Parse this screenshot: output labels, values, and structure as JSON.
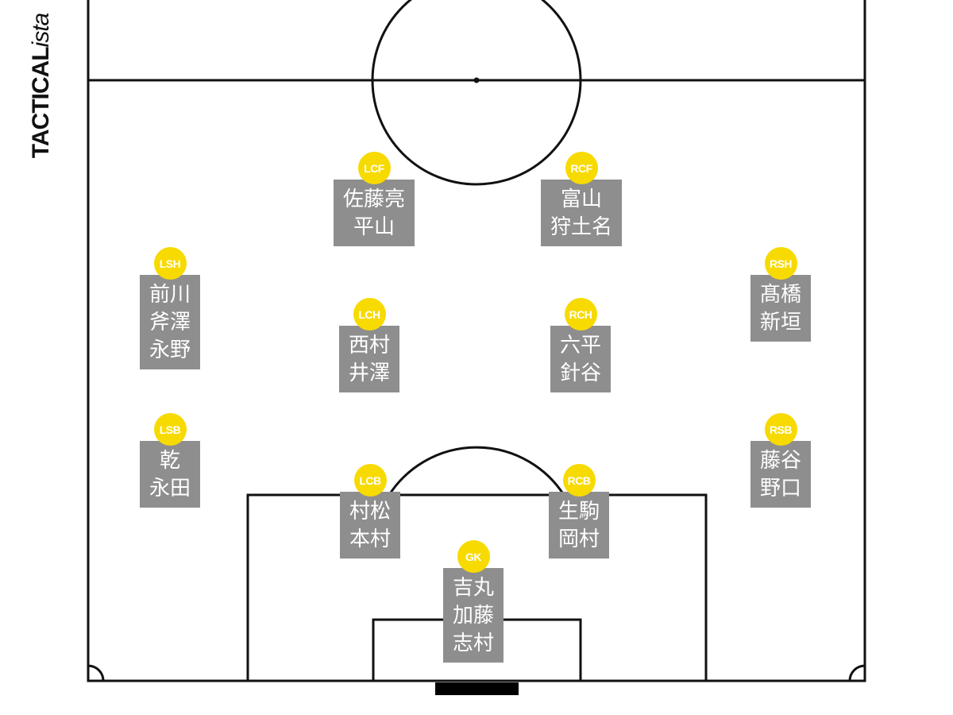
{
  "brand": {
    "bold": "TACTICAL",
    "italic": "ista"
  },
  "players": [
    {
      "position": "LCF",
      "names": [
        "佐藤亮",
        "平山"
      ]
    },
    {
      "position": "RCF",
      "names": [
        "富山",
        "狩土名"
      ]
    },
    {
      "position": "LSH",
      "names": [
        "前川",
        "斧澤",
        "永野"
      ]
    },
    {
      "position": "RSH",
      "names": [
        "髙橋",
        "新垣"
      ]
    },
    {
      "position": "LCH",
      "names": [
        "西村",
        "井澤"
      ]
    },
    {
      "position": "RCH",
      "names": [
        "六平",
        "針谷"
      ]
    },
    {
      "position": "LSB",
      "names": [
        "乾",
        "永田"
      ]
    },
    {
      "position": "RSB",
      "names": [
        "藤谷",
        "野口"
      ]
    },
    {
      "position": "LCB",
      "names": [
        "村松",
        "本村"
      ]
    },
    {
      "position": "RCB",
      "names": [
        "生駒",
        "岡村"
      ]
    },
    {
      "position": "GK",
      "names": [
        "吉丸",
        "加藤",
        "志村"
      ]
    }
  ],
  "colors": {
    "badge": "#f7da00",
    "name_box": "#8e8e8e",
    "pitch_lines": "#111111",
    "goal": "#000000"
  }
}
